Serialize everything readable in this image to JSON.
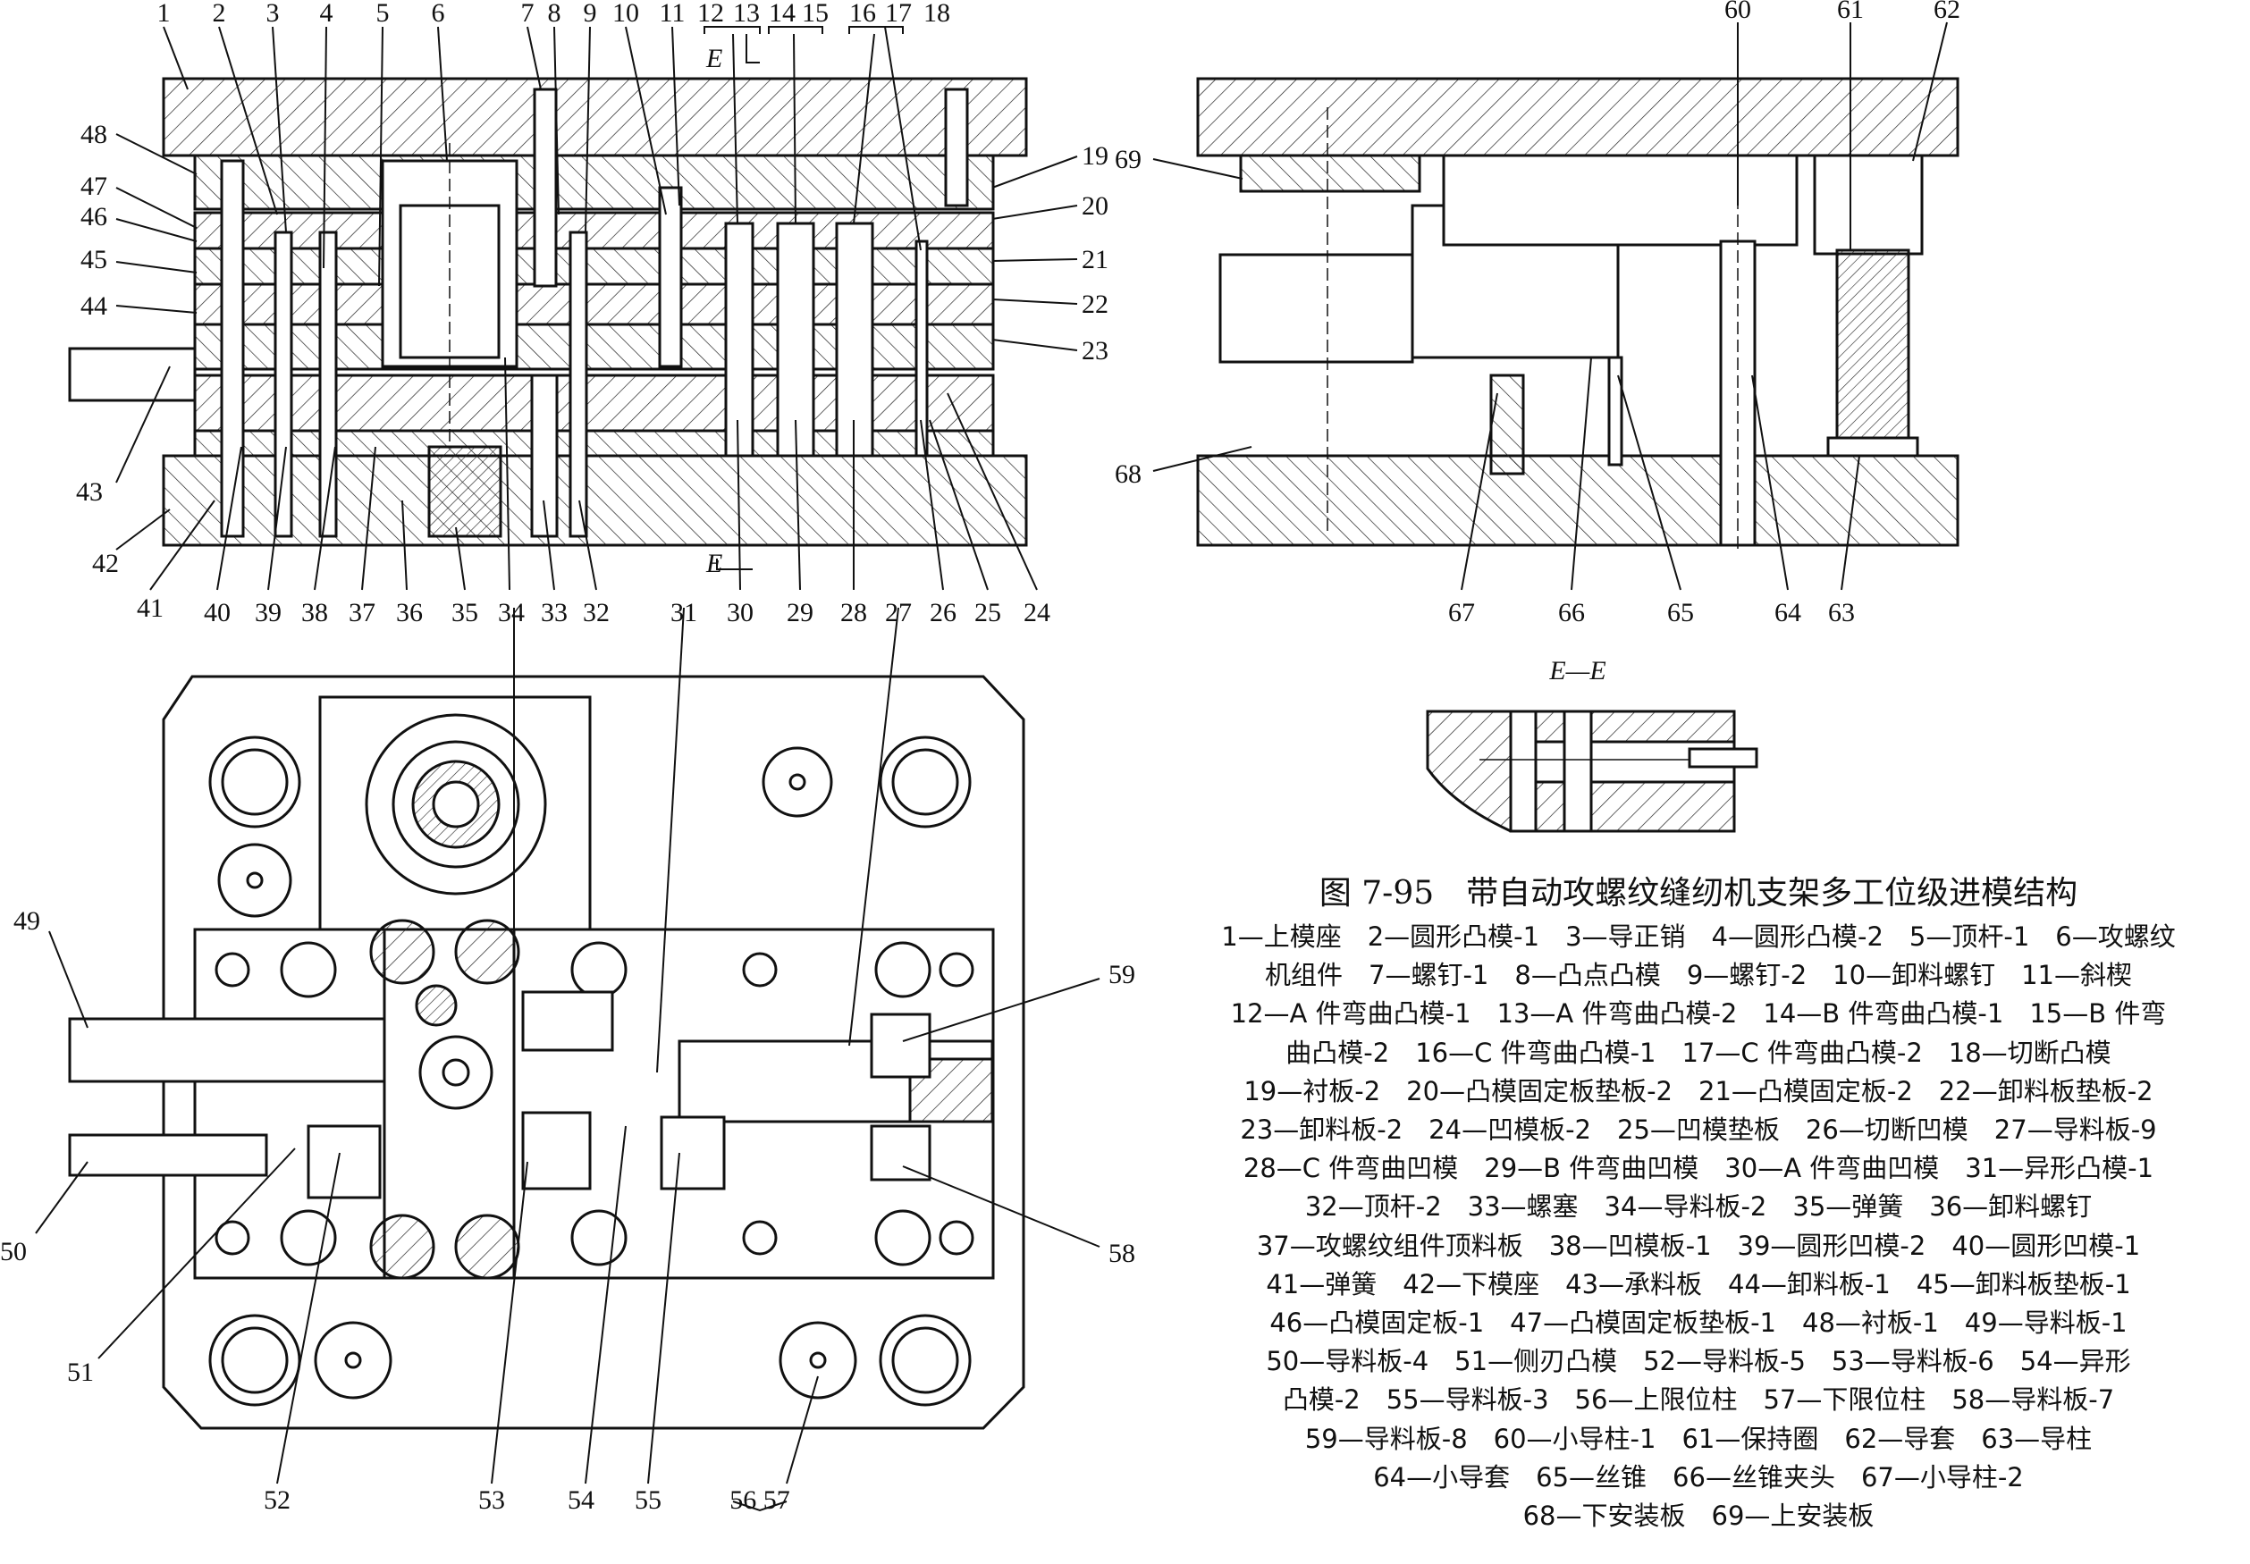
{
  "figure": {
    "title": "图 7-95　带自动攻螺纹缝纫机支架多工位级进模结构",
    "section_label": "E—E",
    "section_marks": [
      "E",
      "E"
    ],
    "callouts": {
      "front": [
        "1",
        "2",
        "3",
        "4",
        "5",
        "6",
        "7",
        "8",
        "9",
        "10",
        "11",
        "12",
        "13",
        "14",
        "15",
        "16",
        "17",
        "18",
        "19",
        "20",
        "21",
        "22",
        "23",
        "24",
        "25",
        "26",
        "27",
        "28",
        "29",
        "30",
        "32",
        "33",
        "34",
        "35",
        "36",
        "37",
        "38",
        "39",
        "40",
        "41",
        "42",
        "43",
        "44",
        "45",
        "46",
        "47",
        "48"
      ],
      "side": [
        "60",
        "61",
        "62",
        "63",
        "64",
        "65",
        "66",
        "67",
        "68",
        "69"
      ],
      "plan": [
        "31",
        "34",
        "49",
        "50",
        "51",
        "52",
        "53",
        "54",
        "55",
        "56 57",
        "58",
        "59"
      ]
    },
    "legend_lines": [
      "1—上模座　2—圆形凸模-1　3—导正销　4—圆形凸模-2　5—顶杆-1　6—攻螺纹",
      "机组件　7—螺钉-1　8—凸点凸模　9—螺钉-2　10—卸料螺钉　11—斜楔",
      "12—A 件弯曲凸模-1　13—A 件弯曲凸模-2　14—B 件弯曲凸模-1　15—B 件弯",
      "曲凸模-2　16—C 件弯曲凸模-1　17—C 件弯曲凸模-2　18—切断凸模",
      "19—衬板-2　20—凸模固定板垫板-2　21—凸模固定板-2　22—卸料板垫板-2",
      "23—卸料板-2　24—凹模板-2　25—凹模垫板　26—切断凹模　27—导料板-9",
      "28—C 件弯曲凹模　29—B 件弯曲凹模　30—A 件弯曲凹模　31—异形凸模-1",
      "32—顶杆-2　33—螺塞　34—导料板-2　35—弹簧　36—卸料螺钉",
      "37—攻螺纹组件顶料板　38—凹模板-1　39—圆形凹模-2　40—圆形凹模-1",
      "41—弹簧　42—下模座　43—承料板　44—卸料板-1　45—卸料板垫板-1",
      "46—凸模固定板-1　47—凸模固定板垫板-1　48—衬板-1　49—导料板-1",
      "50—导料板-4　51—侧刃凸模　52—导料板-5　53—导料板-6　54—异形",
      "凸模-2　55—导料板-3　56—上限位柱　57—下限位柱　58—导料板-7",
      "59—导料板-8　60—小导柱-1　61—保持圈　62—导套　63—导柱",
      "64—小导套　65—丝锥　66—丝锥夹头　67—小导柱-2",
      "68—下安装板　69—上安装板"
    ]
  }
}
